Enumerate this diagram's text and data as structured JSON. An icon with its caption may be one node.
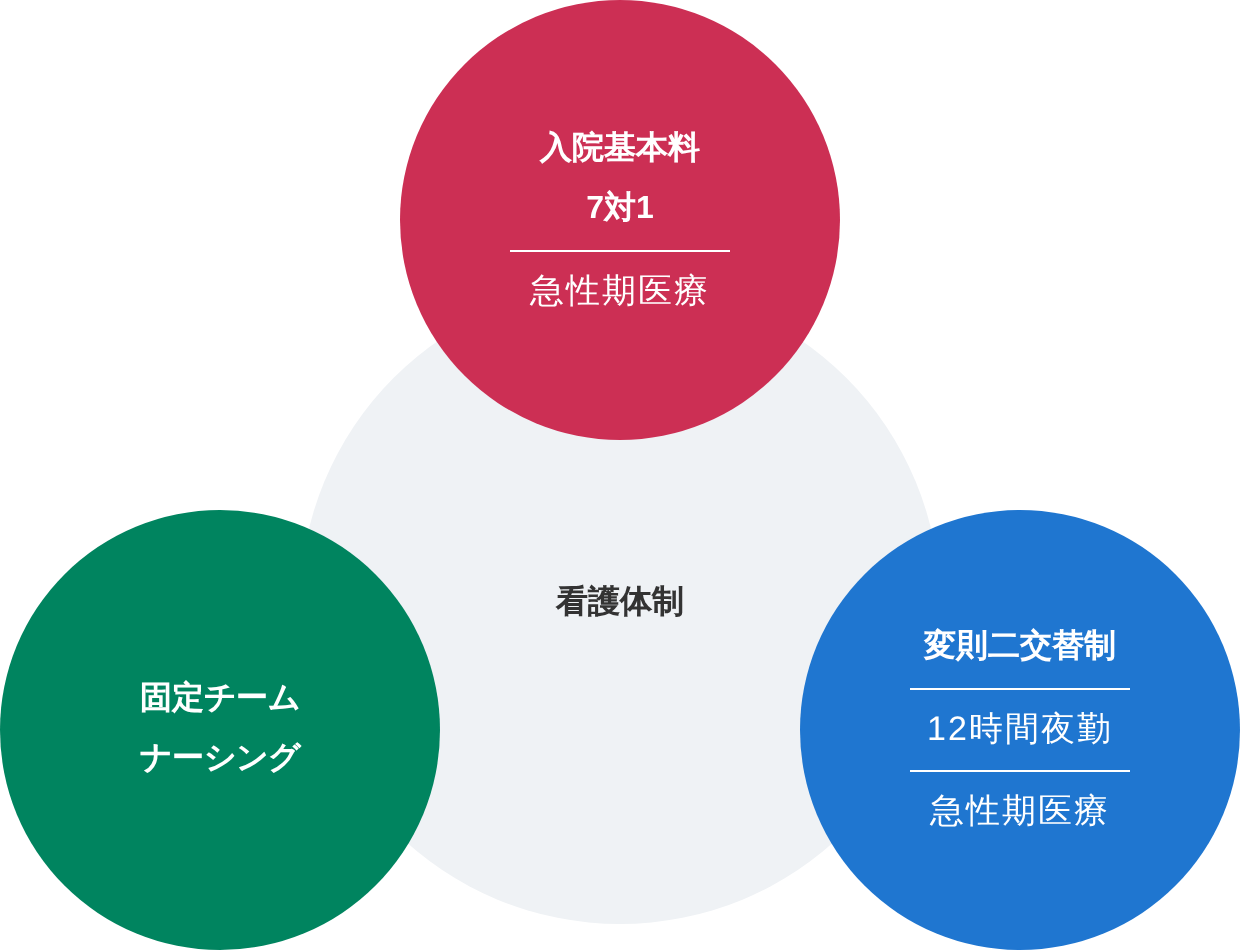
{
  "diagram": {
    "nodes": [
      {
        "text": [
          "看護体制"
        ]
      },
      {
        "text": [
          "入院基本料",
          "7対1",
          "急性期医療"
        ]
      },
      {
        "text": [
          "固定チームナーシング"
        ]
      },
      {
        "text": [
          "変則二交替制",
          "12時間夜勤",
          "急性期医療"
        ]
      }
    ]
  }
}
